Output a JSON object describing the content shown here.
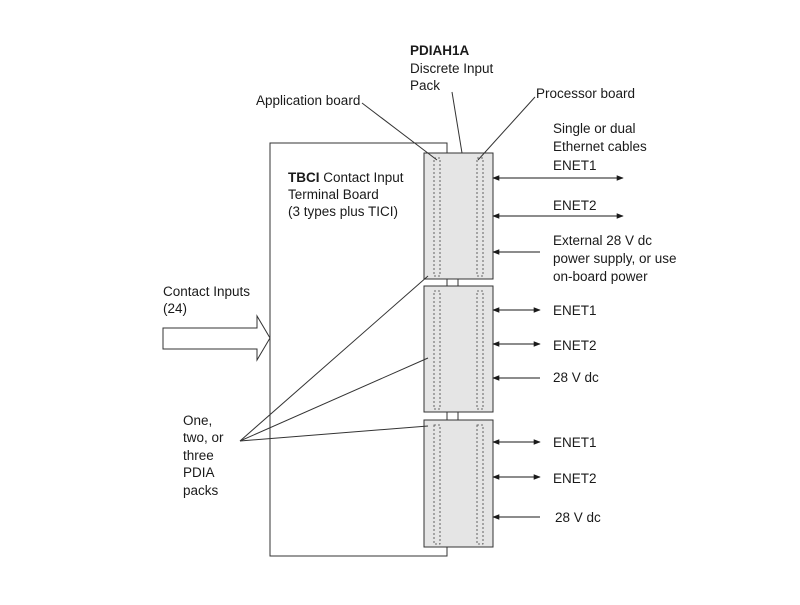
{
  "pack_title": {
    "model": "PDIAH1A",
    "line1": "Discrete Input",
    "line2": "Pack"
  },
  "labels": {
    "application_board": "Application board",
    "processor_board": "Processor board",
    "ethernet_line1": "Single or dual",
    "ethernet_line2": "Ethernet cables"
  },
  "terminal_board": {
    "name": "TBCI",
    "suffix": " Contact Input",
    "line2": "Terminal Board",
    "line3": "(3 types plus TICI)"
  },
  "contact_inputs": {
    "line1": "Contact Inputs",
    "line2": "(24)"
  },
  "packs_note": [
    "One,",
    "two, or",
    "three",
    "PDIA",
    "packs"
  ],
  "pack1": {
    "enet1": "ENET1",
    "enet2": "ENET2",
    "power_line1": "External 28 V dc",
    "power_line2": "power supply, or use",
    "power_line3": "on-board power"
  },
  "pack2": {
    "enet1": "ENET1",
    "enet2": "ENET2",
    "power": "28 V dc"
  },
  "pack3": {
    "enet1": "ENET1",
    "enet2": "ENET2",
    "power": "28 V dc"
  }
}
